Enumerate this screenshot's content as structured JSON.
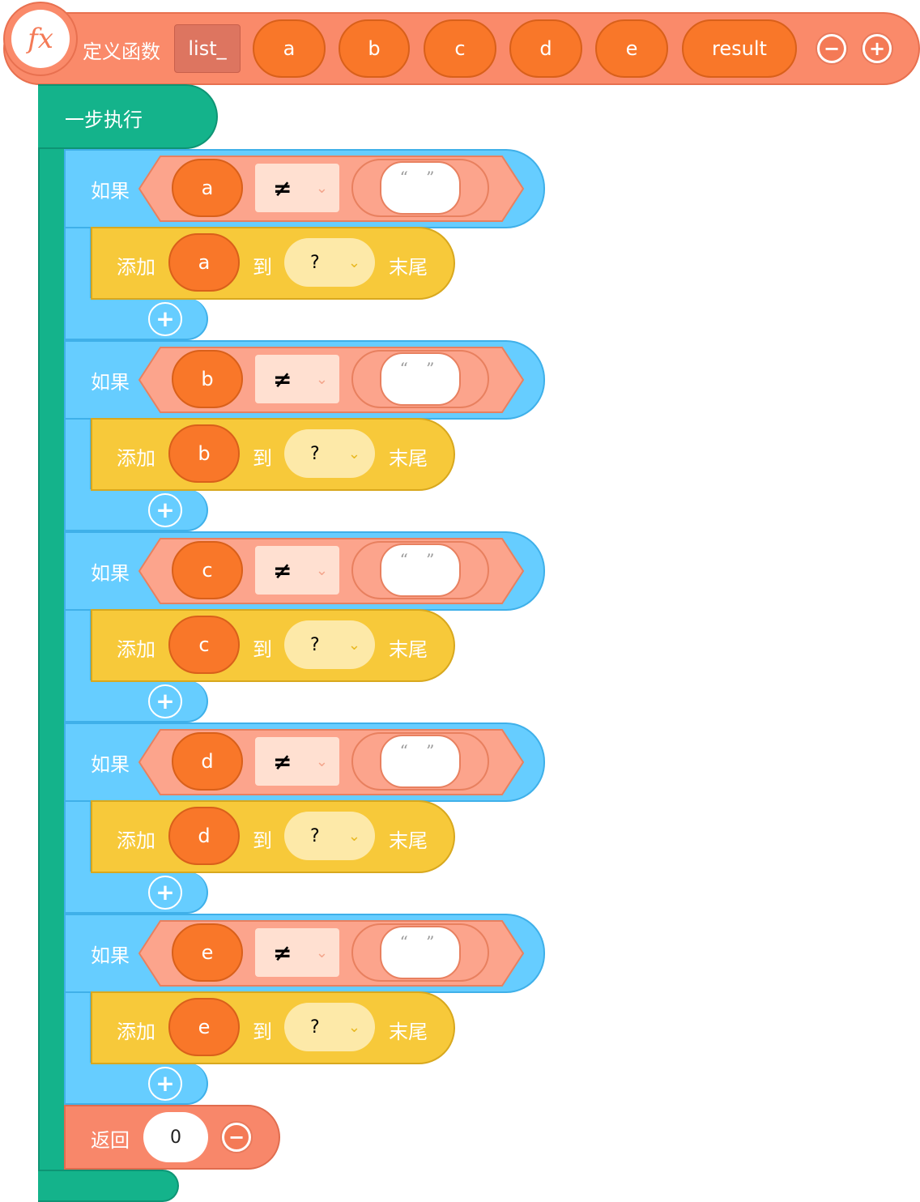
{
  "header": {
    "fx_icon": "fx",
    "define_label": "定义函数",
    "function_name": "list_",
    "params": [
      "a",
      "b",
      "c",
      "d",
      "e",
      "result"
    ],
    "minus_icon": "minus-icon",
    "plus_icon": "plus-icon"
  },
  "sequence": {
    "label": "一步执行"
  },
  "if_blocks": [
    {
      "if_label": "如果",
      "var": "a",
      "operator": "≠",
      "string_value": "“ ”",
      "add_label": "添加",
      "add_var": "a",
      "to_label": "到",
      "list_value": "?",
      "end_label": "末尾",
      "add_button": "+"
    },
    {
      "if_label": "如果",
      "var": "b",
      "operator": "≠",
      "string_value": "“ ”",
      "add_label": "添加",
      "add_var": "b",
      "to_label": "到",
      "list_value": "?",
      "end_label": "末尾",
      "add_button": "+"
    },
    {
      "if_label": "如果",
      "var": "c",
      "operator": "≠",
      "string_value": "“ ”",
      "add_label": "添加",
      "add_var": "c",
      "to_label": "到",
      "list_value": "?",
      "end_label": "末尾",
      "add_button": "+"
    },
    {
      "if_label": "如果",
      "var": "d",
      "operator": "≠",
      "string_value": "“ ”",
      "add_label": "添加",
      "add_var": "d",
      "to_label": "到",
      "list_value": "?",
      "end_label": "末尾",
      "add_button": "+"
    },
    {
      "if_label": "如果",
      "var": "e",
      "operator": "≠",
      "string_value": "“ ”",
      "add_label": "添加",
      "add_var": "e",
      "to_label": "到",
      "list_value": "?",
      "end_label": "末尾",
      "add_button": "+"
    }
  ],
  "return_block": {
    "label": "返回",
    "value": "0"
  },
  "colors": {
    "header": "#fa8a6a",
    "param": "#f97729",
    "sequence": "#14b38b",
    "if_block": "#66cdff",
    "condition": "#fca48c",
    "add_block": "#f7c93a",
    "return_block": "#f8876a"
  }
}
